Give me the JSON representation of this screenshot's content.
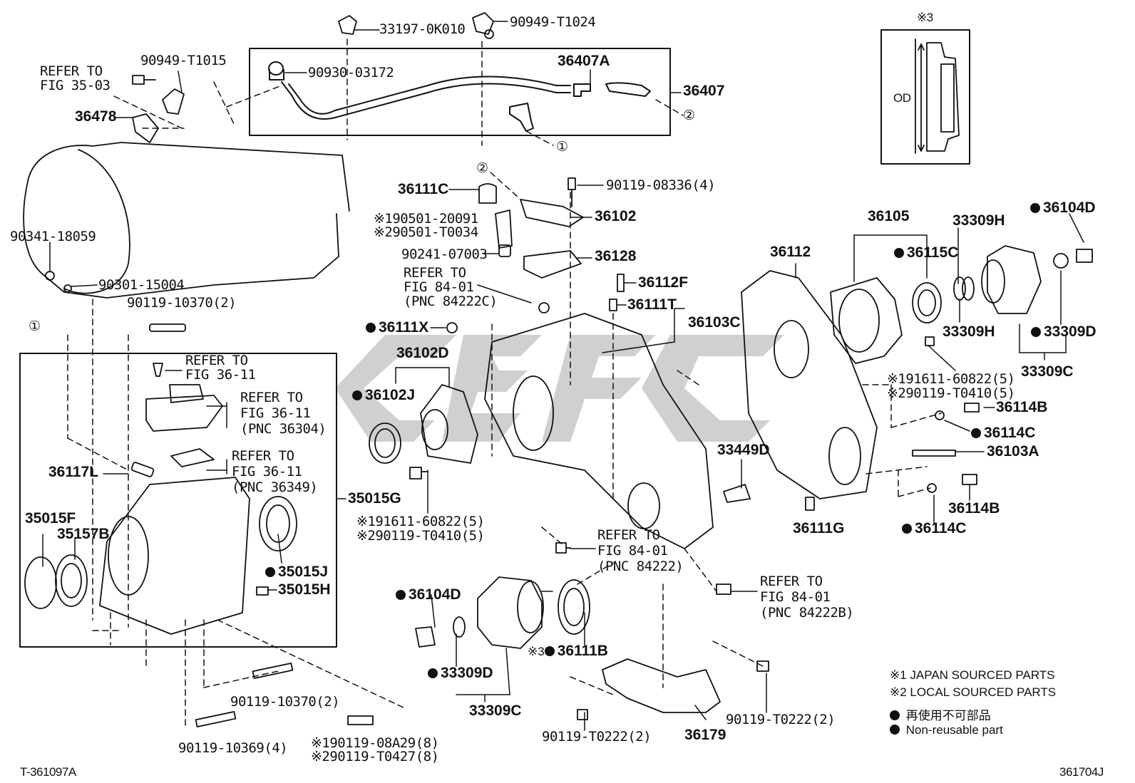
{
  "labels": {
    "p33197": "33197-0K010",
    "p90949_t1024": "90949-T1024",
    "p90949_t1015": "90949-T1015",
    "refer_35_03_a": "REFER TO",
    "refer_35_03_b": "FIG 35-03",
    "p90930": "90930-03172",
    "p36407a": "36407A",
    "p36407": "36407",
    "p36478": "36478",
    "circ2_top": "②",
    "circ1_top": "①",
    "circ2_mid": "②",
    "circ1_left": "①",
    "p90341": "90341-18059",
    "p90301": "90301-15004",
    "p90119_10370_top": "90119-10370(2)",
    "p36111c": "36111C",
    "p90119_08336": "90119-08336(4)",
    "p90501_a": "※190501-20091",
    "p90501_b": "※290501-T0034",
    "p36102": "36102",
    "p90241": "90241-07003",
    "p36128": "36128",
    "refer_84_01_c_a": "REFER TO",
    "refer_84_01_c_b": "FIG 84-01",
    "refer_84_01_c_c": "(PNC 84222C)",
    "p36112f": "36112F",
    "p36111t": "36111T",
    "p36103c": "36103C",
    "p36111x": "36111X",
    "p36102d": "36102D",
    "p36102j": "36102J",
    "refer_36_11_a": "REFER TO",
    "refer_36_11_b": "FIG 36-11",
    "refer_36304_a": "REFER TO",
    "refer_36304_b": "FIG 36-11",
    "refer_36304_c": "(PNC 36304)",
    "refer_36349_a": "REFER TO",
    "refer_36349_b": "FIG 36-11",
    "refer_36349_c": "(PNC 36349)",
    "p36117l": "36117L",
    "p35015g": "35015G",
    "p35015f": "35015F",
    "p35157b": "35157B",
    "p35015j": "35015J",
    "p35015h": "35015H",
    "p191611_a": "※191611-60822(5)",
    "p290119_a": "※290119-T0410(5)",
    "refer_84222_a": "REFER TO",
    "refer_84222_b": "FIG 84-01",
    "refer_84222_c": "(PNC 84222)",
    "p36105": "36105",
    "p36112": "36112",
    "p36115c": "36115C",
    "p33309h_top": "33309H",
    "p36104d_right": "36104D",
    "p33309h_bot": "33309H",
    "p33309d_right": "33309D",
    "p33309c_right": "33309C",
    "p191611_b": "※191611-60822(5)",
    "p290119_b": "※290119-T0410(5)",
    "p36114b_top": "36114B",
    "p36114c_top": "36114C",
    "p36103a": "36103A",
    "p33449d": "33449D",
    "p36114b_bot": "36114B",
    "p36111g": "36111G",
    "p36114c_bot": "36114C",
    "refer_84222b_a": "REFER TO",
    "refer_84222b_b": "FIG 84-01",
    "refer_84222b_c": "(PNC 84222B)",
    "p36104d_mid": "36104D",
    "p36111b": "36111B",
    "p36111b_mark": "※3",
    "p33309d_mid": "33309D",
    "p33309c_mid": "33309C",
    "p90119_10370_bot": "90119-10370(2)",
    "p90119_10369": "90119-10369(4)",
    "p90119_08a29": "※190119-08A29(8)",
    "p290119_t0427": "※290119-T0427(8)",
    "p90119_t0222_left": "90119-T0222(2)",
    "p36179": "36179",
    "p90119_t0222_right": "90119-T0222(2)",
    "inset_mark": "※3",
    "inset_od": "OD",
    "fig_left": "T-361097A",
    "fig_right": "361704J"
  },
  "legend": {
    "line1": "※1 JAPAN SOURCED PARTS",
    "line2": "※2 LOCAL SOURCED PARTS",
    "line3": "再使用不可部品",
    "line4": "Non-reusable part"
  },
  "colors": {
    "ink": "#111111",
    "watermark": "#c8c8c8",
    "background": "#ffffff"
  }
}
